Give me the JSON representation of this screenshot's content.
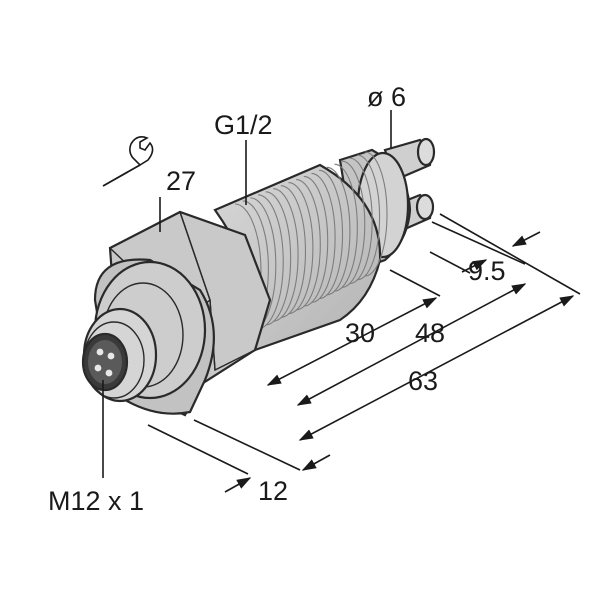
{
  "labels": {
    "thread": "G1/2",
    "probe_diameter": "ø 6",
    "wrench_size": "27",
    "probe_length": "9.5",
    "thread_length": "30",
    "body_length": "48",
    "total_length": "63",
    "connector_offset": "12",
    "connector": "M12 x 1"
  },
  "colors": {
    "body": "#c8c8c8",
    "body_dark": "#a9a9a9",
    "body_light": "#e3e3e3",
    "line": "#1a1a1a"
  },
  "icons": {
    "wrench": "wrench-icon"
  }
}
